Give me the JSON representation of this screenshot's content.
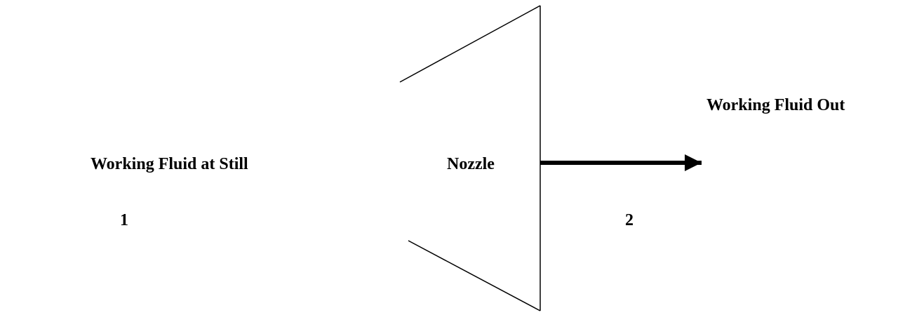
{
  "labels": {
    "working_fluid_out": "Working Fluid Out",
    "working_fluid_at_still": "Working Fluid at Still",
    "nozzle": "Nozzle",
    "state_1": "1",
    "state_2": "2"
  },
  "colors": {
    "stroke": "#000000",
    "text": "#000000",
    "background": "#ffffff"
  }
}
